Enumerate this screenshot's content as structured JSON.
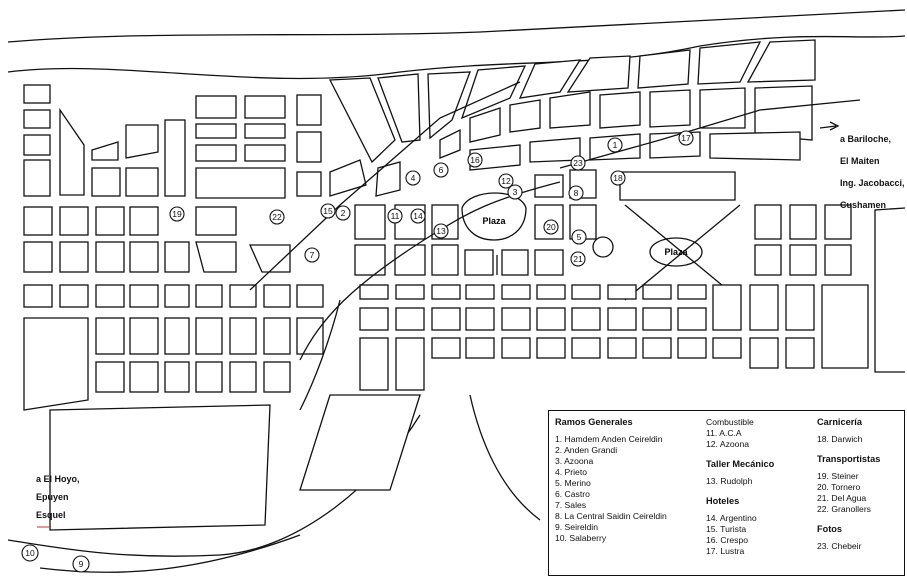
{
  "map": {
    "plaza_label": "Plaza",
    "destinations": {
      "northeast": [
        "a Bariloche,",
        "El Maiten",
        "Ing. Jacobacci,",
        "Cushamen"
      ],
      "southwest": [
        "a El Hoyo,",
        "Epuyen",
        "Esquel"
      ]
    },
    "markers": [
      "1",
      "2",
      "3",
      "4",
      "5",
      "6",
      "7",
      "8",
      "9",
      "10",
      "11",
      "12",
      "13",
      "14",
      "15",
      "16",
      "17",
      "18",
      "19",
      "20",
      "21",
      "22",
      "23"
    ]
  },
  "legend": {
    "ramos": {
      "title": "Ramos Generales",
      "items": [
        "1. Hamdem Anden Ceireldin",
        "2. Anden Grandi",
        "3. Azoona",
        "4. Prieto",
        "5. Merino",
        "6. Castro",
        "7. Sales",
        "8. La Central Saidin Ceireldin",
        "9. Seireldin",
        "10. Salaberry"
      ]
    },
    "combustible": {
      "title": "Combustible",
      "items": [
        "11. A.C.A",
        "12. Azoona"
      ]
    },
    "taller": {
      "title": "Taller Mecánico",
      "items": [
        "13. Rudolph"
      ]
    },
    "hoteles": {
      "title": "Hoteles",
      "items": [
        "14. Argentino",
        "15. Turista",
        "16. Crespo",
        "17. Lustra"
      ]
    },
    "carniceria": {
      "title": "Carnicería",
      "items": [
        "18. Darwich"
      ]
    },
    "transportistas": {
      "title": "Transportistas",
      "items": [
        "19. Steiner",
        "20. Tornero",
        "21. Del Agua",
        "22. Granollers"
      ]
    },
    "fotos": {
      "title": "Fotos",
      "items": [
        "23. Chebeir"
      ]
    }
  }
}
